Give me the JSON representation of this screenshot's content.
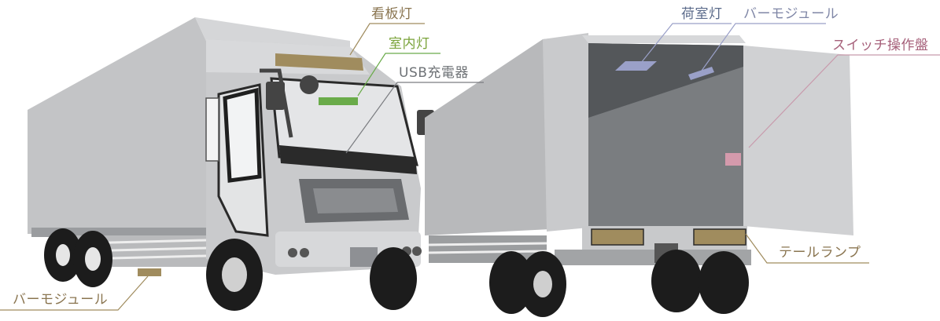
{
  "labels": {
    "signboard_light": "看板灯",
    "interior_light": "室内灯",
    "usb_charger": "USB充電器",
    "bar_module_front": "バーモジュール",
    "cargo_light": "荷室灯",
    "bar_module_rear": "バーモジュール",
    "switch_panel": "スイッチ操作盤",
    "tail_lamp": "テールランプ"
  },
  "colors": {
    "gold": "#a08c5e",
    "green": "#6aab4a",
    "pink": "#d49aac",
    "lavender": "#9aa0c8",
    "body_light": "#c8c9cb",
    "body_mid": "#b3b5b7",
    "body_dark": "#8e9194",
    "tire": "#1c1c1c"
  }
}
